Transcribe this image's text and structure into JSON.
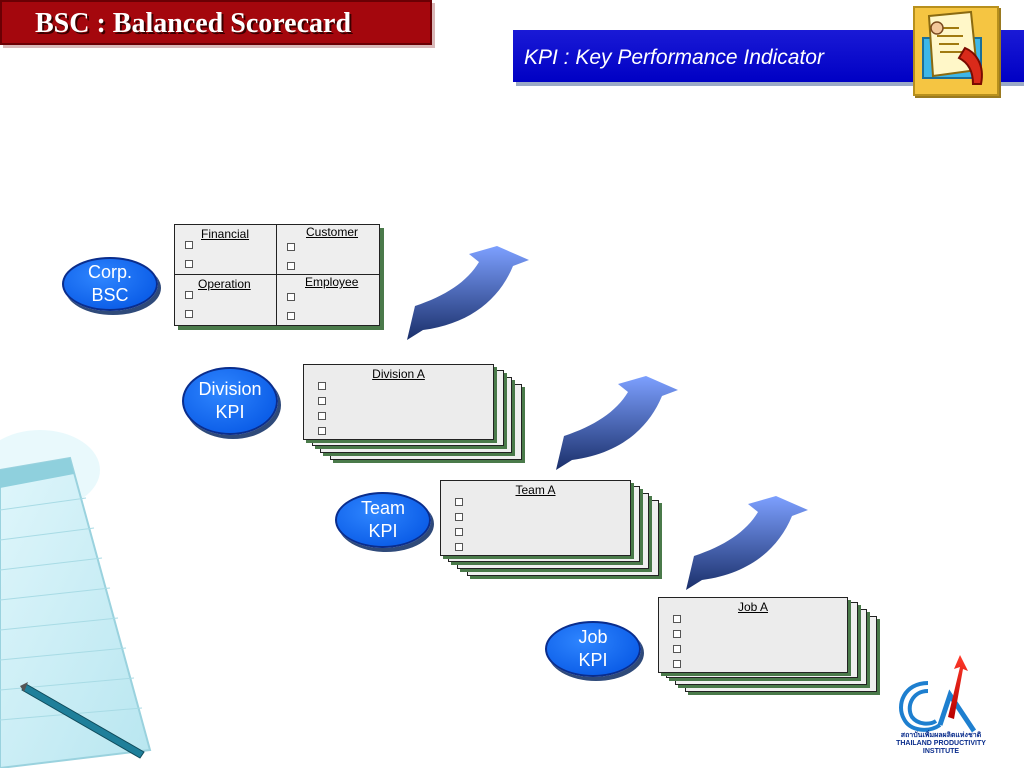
{
  "header": {
    "title": "BSC : Balanced Scorecard",
    "subtitle": "KPI : Key Performance Indicator"
  },
  "levels": {
    "corp": {
      "line1": "Corp.",
      "line2": "BSC"
    },
    "division": {
      "line1": "Division",
      "line2": "KPI"
    },
    "team": {
      "line1": "Team",
      "line2": "KPI"
    },
    "job": {
      "line1": "Job",
      "line2": "KPI"
    }
  },
  "scorecard": {
    "financial": "Financial",
    "customer": "Customer",
    "operation": "Operation",
    "employee": "Employee"
  },
  "cards": {
    "division": "Division A",
    "team": "Team A",
    "job": "Job A"
  },
  "logo": {
    "caption_th": "สถาบันเพิ่มผลผลิตแห่งชาติ",
    "caption_en": "THAILAND PRODUCTIVITY INSTITUTE"
  },
  "colors": {
    "title_bg": "#a4070d",
    "kpi_bar": "#0000c4",
    "oval": "#1e6cf0",
    "arrow_top": "#6b8ff0",
    "arrow_bottom": "#1a2f6a"
  }
}
